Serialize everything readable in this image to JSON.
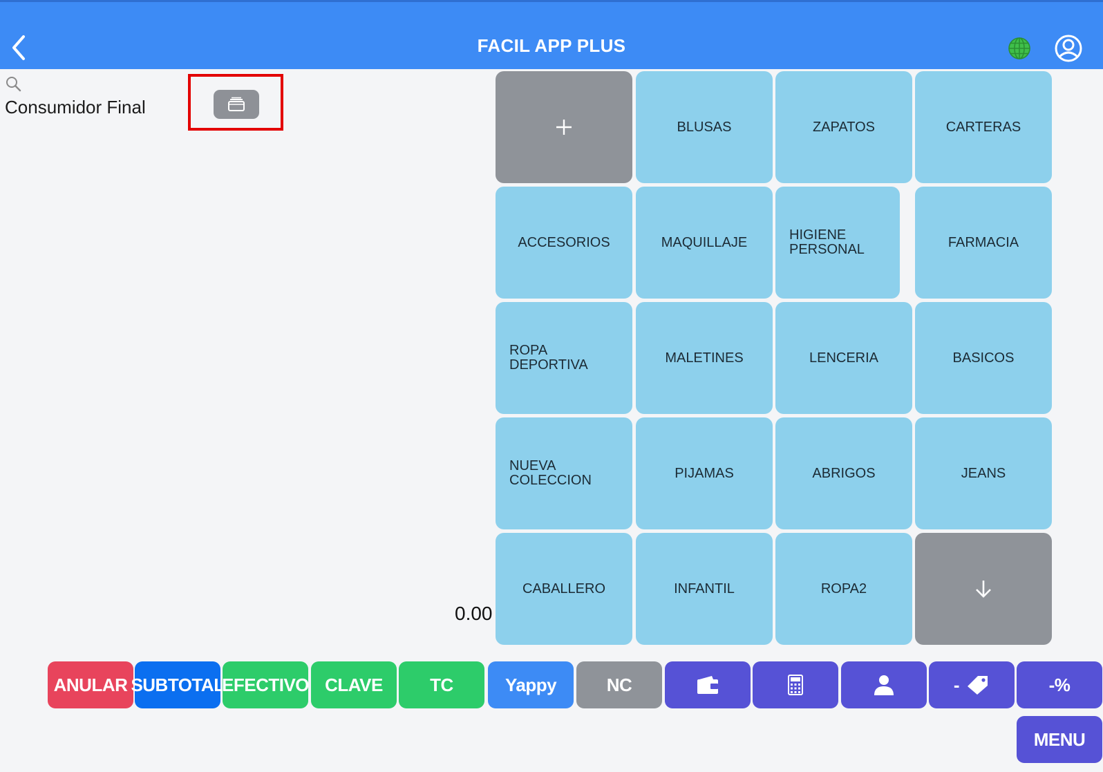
{
  "header": {
    "title": "FACIL APP PLUS"
  },
  "customer": {
    "name": "Consumidor Final"
  },
  "ticket": {
    "total": "0.00"
  },
  "categories": [
    "BLUSAS",
    "ZAPATOS",
    "CARTERAS",
    "ACCESORIOS",
    "MAQUILLAJE",
    "HIGIENE PERSONAL",
    "FARMACIA",
    "ROPA DEPORTIVA",
    "MALETINES",
    "LENCERIA",
    "BASICOS",
    "NUEVA COLECCION",
    "PIJAMAS",
    "ABRIGOS",
    "JEANS",
    "CABALLERO",
    "INFANTIL",
    "ROPA2"
  ],
  "actions": {
    "anular": "ANULAR",
    "subtotal": "SUBTOTAL",
    "efectivo": "EFECTIVO",
    "clave": "CLAVE",
    "tc": "TC",
    "yappy": "Yappy",
    "nc": "NC",
    "discount_tag": "-",
    "discount_percent": "-%",
    "menu": "MENU"
  },
  "colors": {
    "header": "#3d8bf5",
    "tile": "#8dd0ec",
    "tile_gray": "#8f9399",
    "anular": "#e8445c",
    "subtotal": "#0b6ff0",
    "green": "#2dcc6a",
    "purple": "#5652d6",
    "highlight": "#e30000"
  },
  "icons": [
    "back-chevron-icon",
    "globe-icon",
    "user-circle-icon",
    "search-icon",
    "cash-drawer-icon",
    "plus-icon",
    "arrow-down-icon",
    "wallet-icon",
    "calculator-icon",
    "person-icon",
    "tag-icon"
  ]
}
